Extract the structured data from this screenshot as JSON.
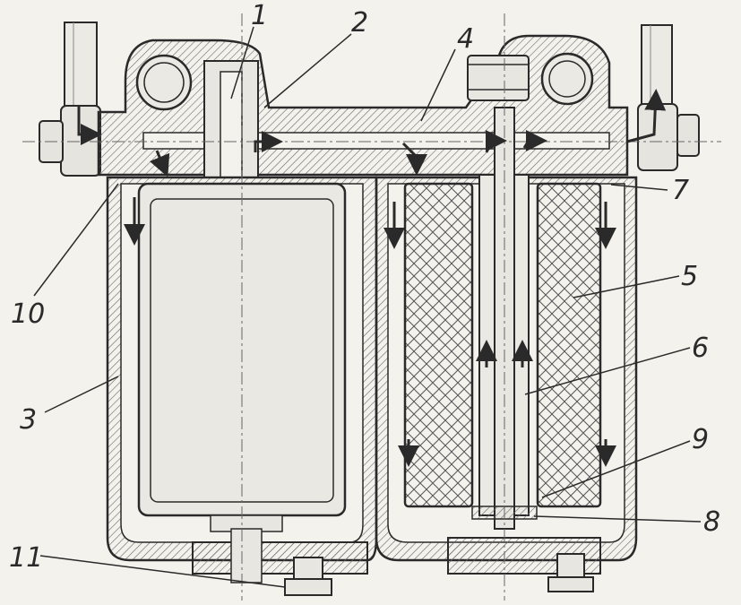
{
  "labels": [
    "1",
    "2",
    "3",
    "4",
    "5",
    "6",
    "7",
    "8",
    "9",
    "10",
    "11"
  ],
  "colors": {
    "paper": "#f4f2ec",
    "ink": "#2a2a2a",
    "hatch": "#5a5a5a",
    "element_fill": "#dcdad4",
    "arrow": "#2a2a2a"
  }
}
